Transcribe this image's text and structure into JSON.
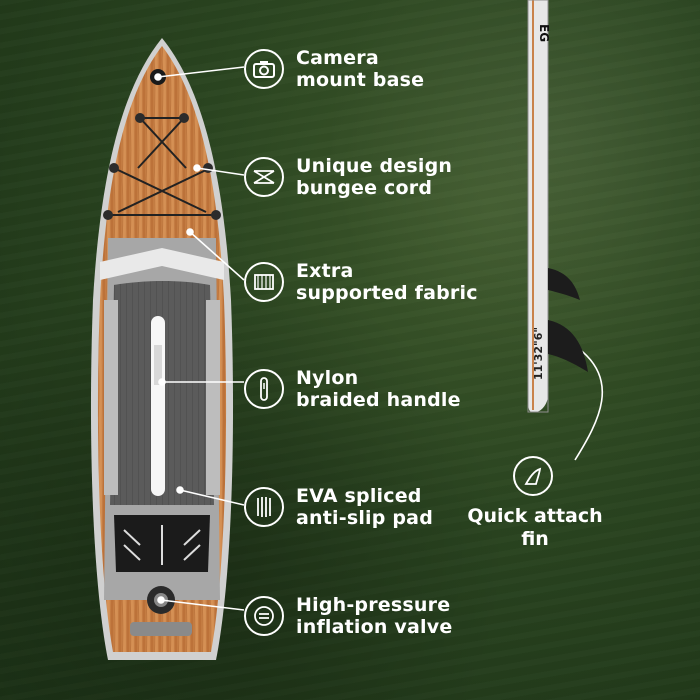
{
  "colors": {
    "background": "#2a4420",
    "wood": "#c9824a",
    "deck_gray": "#7a7a7a",
    "accent_white": "#ffffff"
  },
  "board_side_text": "11'32\"6\"",
  "board_side_logo": "EG",
  "features": [
    {
      "icon": "camera-icon",
      "line1": "Camera",
      "line2": "mount base"
    },
    {
      "icon": "bungee-cord-icon",
      "line1": "Unique design",
      "line2": "bungee cord"
    },
    {
      "icon": "fabric-icon",
      "line1": "Extra",
      "line2": "supported fabric"
    },
    {
      "icon": "handle-icon",
      "line1": "Nylon",
      "line2": "braided handle"
    },
    {
      "icon": "anti-slip-pad-icon",
      "line1": "EVA spliced",
      "line2": "anti-slip pad"
    },
    {
      "icon": "valve-icon",
      "line1": "High-pressure",
      "line2": "inflation valve"
    }
  ],
  "fin": {
    "icon": "fin-icon",
    "line1": "Quick attach",
    "line2": "fin"
  }
}
